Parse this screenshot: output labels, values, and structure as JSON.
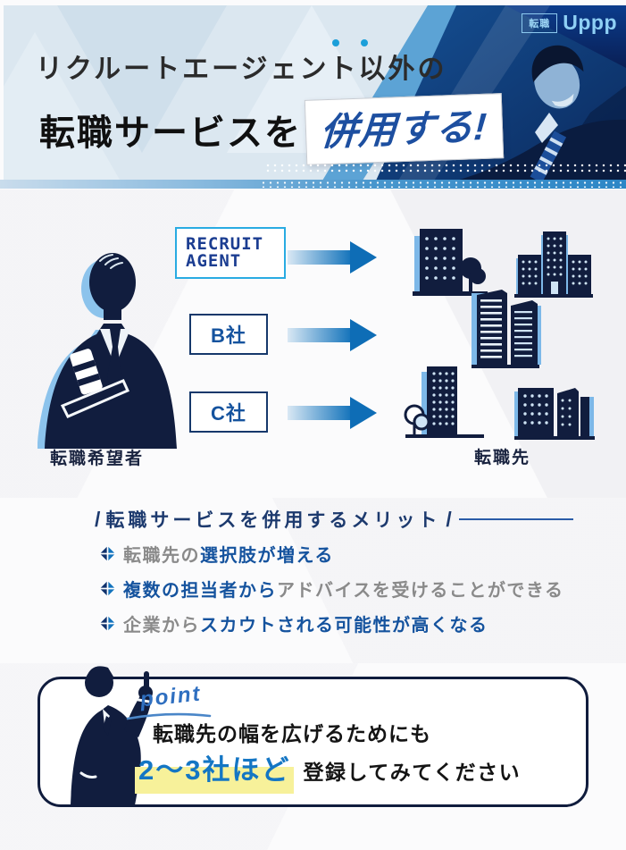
{
  "brand": {
    "tag": "転職",
    "name": "Uppp"
  },
  "header": {
    "line1": "リクルートエージェント以外の",
    "line2": "転職サービスを",
    "handwritten": "併用する!"
  },
  "diagram": {
    "seeker_label": "転職希望者",
    "destination_label": "転職先",
    "services": [
      {
        "line1": "RECRUIT",
        "line2": "AGENT"
      },
      {
        "label": "B社"
      },
      {
        "label": "C社"
      }
    ]
  },
  "merits": {
    "title_slash_left": "/",
    "title": "転職サービスを併用するメリット",
    "title_slash_right": "/",
    "items": [
      {
        "normal_before": "転職先の",
        "emphasis": "選択肢が増える",
        "normal_after": ""
      },
      {
        "normal_before": "",
        "emphasis": "複数の担当者から",
        "normal_after": "アドバイスを受けることができる"
      },
      {
        "normal_before": "企業から",
        "emphasis": "スカウトされる可能性が高くなる",
        "normal_after": ""
      }
    ]
  },
  "point_box": {
    "label": "point",
    "line1": "転職先の幅を広げるためにも",
    "highlight": "2〜3社ほど",
    "line2_rest": "登録してみてください"
  },
  "colors": {
    "navy": "#101c3d",
    "blue": "#1373bd",
    "text_blue": "#15539e",
    "cyan_border": "#29abe2",
    "hero_bg": "#dbe7f0",
    "highlight_yellow": "#f7f19a",
    "gray_text": "#8a8a8a"
  }
}
